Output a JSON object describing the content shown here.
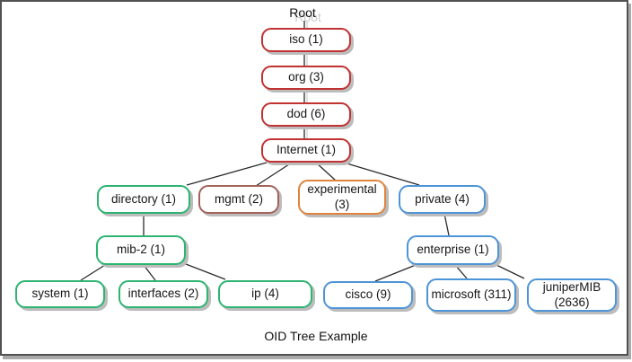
{
  "diagram": {
    "root_label": "Root",
    "caption": "OID Tree Example",
    "colors": {
      "red": "#c13232",
      "brown": "#a3635b",
      "orange": "#e0843c",
      "green": "#2db470",
      "blue": "#4e95d8",
      "line": "#2b2b2b",
      "ghost": "#d9d9d9",
      "shadow": "#bcbcbc"
    },
    "nodes": {
      "iso": {
        "label": "iso (1)",
        "color": "red"
      },
      "org": {
        "label": "org (3)",
        "color": "red"
      },
      "dod": {
        "label": "dod (6)",
        "color": "red"
      },
      "internet": {
        "label": "Internet (1)",
        "color": "red"
      },
      "directory": {
        "label": "directory (1)",
        "color": "green"
      },
      "mgmt": {
        "label": "mgmt (2)",
        "color": "brown"
      },
      "experimental": {
        "label": "experimental (3)",
        "color": "orange"
      },
      "private": {
        "label": "private (4)",
        "color": "blue"
      },
      "mib2": {
        "label": "mib-2 (1)",
        "color": "green"
      },
      "enterprise": {
        "label": "enterprise (1)",
        "color": "blue"
      },
      "system": {
        "label": "system (1)",
        "color": "green"
      },
      "interfaces": {
        "label": "interfaces (2)",
        "color": "green"
      },
      "ip": {
        "label": "ip (4)",
        "color": "green"
      },
      "cisco": {
        "label": "cisco (9)",
        "color": "blue"
      },
      "microsoft": {
        "label": "microsoft (311)",
        "color": "blue"
      },
      "junipermib": {
        "label": "juniperMIB (2636)",
        "color": "blue"
      }
    }
  }
}
